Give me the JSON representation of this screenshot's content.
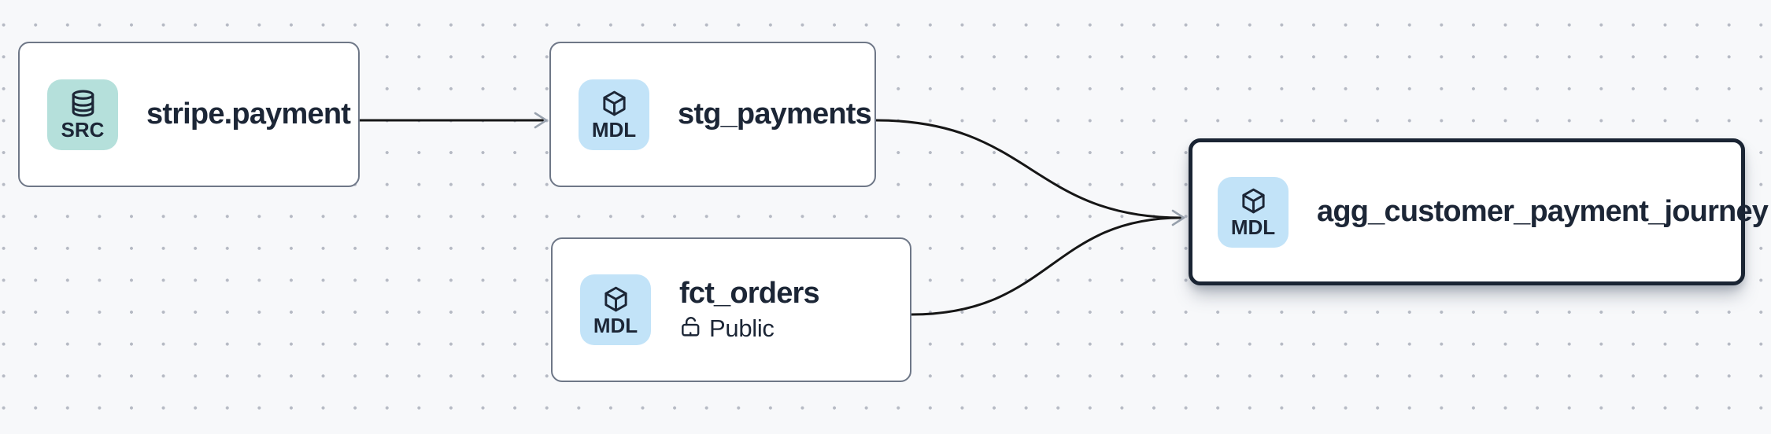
{
  "canvas": {
    "background_color": "#f7f8fa",
    "dot_color": "#b6bac4"
  },
  "colors": {
    "node_border": "#6e7787",
    "selected_node_border": "#1a2433",
    "label_text": "#1c2636",
    "edge_line": "#161616",
    "arrowhead": "#98a1ad",
    "source_badge_background": "#b5e0db",
    "model_badge_background": "#c2e3f8"
  },
  "nodes": {
    "stripe_payment": {
      "label": "stripe.payment",
      "badge": "SRC",
      "icon": "database-icon",
      "selected": false
    },
    "stg_payments": {
      "label": "stg_payments",
      "badge": "MDL",
      "icon": "cube-icon",
      "selected": false
    },
    "fct_orders": {
      "label": "fct_orders",
      "badge": "MDL",
      "icon": "cube-icon",
      "access": "Public",
      "access_icon": "lock-open-icon",
      "selected": false
    },
    "agg_customer_payment_journey": {
      "label": "agg_customer_payment_journey",
      "badge": "MDL",
      "icon": "cube-icon",
      "selected": true
    }
  },
  "edges": [
    {
      "from": "stripe.payment",
      "to": "stg_payments"
    },
    {
      "from": "stg_payments",
      "to": "agg_customer_payment_journey"
    },
    {
      "from": "fct_orders",
      "to": "agg_customer_payment_journey"
    }
  ]
}
